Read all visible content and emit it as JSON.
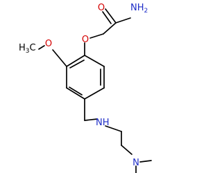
{
  "colors": {
    "bond": "#000000",
    "oxygen": "#d40000",
    "nitrogen": "#1e2dc8",
    "carbon": "#000000",
    "background": "#ffffff"
  },
  "atoms": {
    "o_carbonyl": "O",
    "amide_n": "NH",
    "amide_n_sub": "2",
    "o_ether": "O",
    "o_methoxy": "O",
    "methyl_h": "H",
    "methyl_sub": "3",
    "methyl_c": "C",
    "amine_nh": "NH",
    "amine_n": "N"
  }
}
